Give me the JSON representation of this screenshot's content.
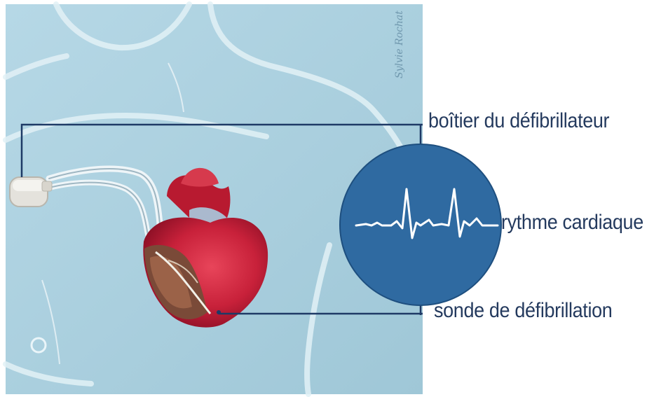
{
  "labels": {
    "case": "boîtier du défibrillateur",
    "rhythm": "rythme cardiaque",
    "lead": "sonde de défibrillation"
  },
  "signature": "Sylvie Rochat",
  "icons": [
    "defibrillator-case-icon",
    "heart-icon",
    "ecg-monitor-icon"
  ],
  "colors": {
    "background": "#aacfdd",
    "skin_highlight": "#d3e8f0",
    "leader_line": "#1e3a66",
    "monitor_circle": "#2f6aa1",
    "monitor_trace": "#ffffff",
    "heart": "#c8213a",
    "heart_interior": "#7a4a38",
    "label_text": "#243a5e"
  }
}
